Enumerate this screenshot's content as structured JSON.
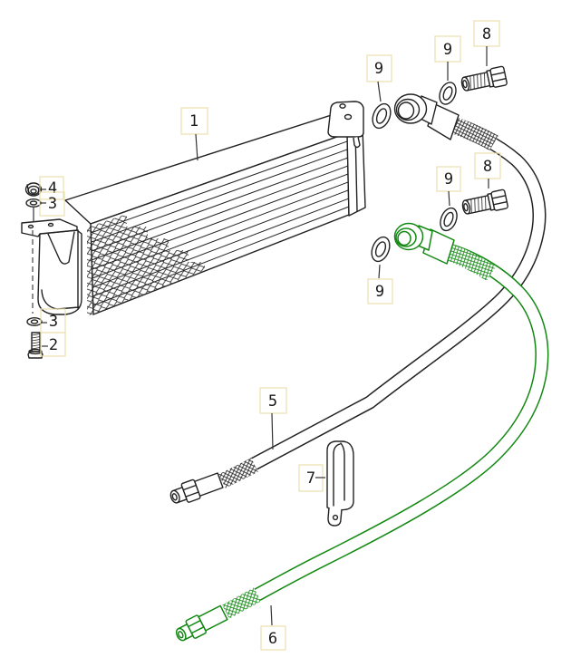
{
  "diagram": {
    "type": "exploded-parts-diagram",
    "subject": "oil-cooler-with-hoses",
    "highlighted_parts": [
      "6"
    ],
    "colors": {
      "line": "#222222",
      "highlight_green": "#128812",
      "callout_box": "#ecdfae",
      "background": "#ffffff"
    },
    "callouts": [
      {
        "label": "1",
        "part": "oil-cooler"
      },
      {
        "label": "4",
        "part": "hex-nut"
      },
      {
        "label": "3",
        "part": "lock-washer-upper"
      },
      {
        "label": "3",
        "part": "lock-washer-lower"
      },
      {
        "label": "2",
        "part": "screw"
      },
      {
        "label": "9",
        "part": "seal-washer-top-outer"
      },
      {
        "label": "9",
        "part": "seal-washer-top-inner"
      },
      {
        "label": "8",
        "part": "banjo-bolt-top"
      },
      {
        "label": "8",
        "part": "banjo-bolt-middle"
      },
      {
        "label": "9",
        "part": "seal-washer-middle"
      },
      {
        "label": "9",
        "part": "seal-washer-lower"
      },
      {
        "label": "5",
        "part": "oil-hose-upper"
      },
      {
        "label": "7",
        "part": "retaining-clip"
      },
      {
        "label": "6",
        "part": "oil-hose-lower-highlighted"
      }
    ]
  }
}
